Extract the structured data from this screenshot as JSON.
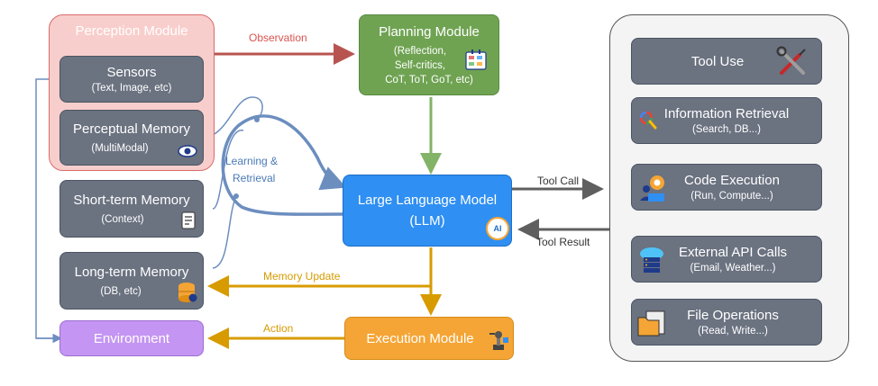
{
  "perception": {
    "title": "Perception Module"
  },
  "sensors": {
    "title": "Sensors",
    "subtitle": "(Text, Image, etc)"
  },
  "perceptual_memory": {
    "title": "Perceptual Memory",
    "subtitle": "(MultiModal)"
  },
  "short_term": {
    "title": "Short-term Memory",
    "subtitle": "(Context)"
  },
  "long_term": {
    "title": "Long-term Memory",
    "subtitle": "(DB, etc)"
  },
  "environment": {
    "title": "Environment"
  },
  "planning": {
    "title": "Planning Module",
    "line1": "(Reflection,",
    "line2": "Self-critics,",
    "line3": "CoT, ToT, GoT, etc)"
  },
  "llm": {
    "title": "Large Language Model",
    "subtitle": "(LLM)",
    "badge": "AI"
  },
  "execution": {
    "title": "Execution Module"
  },
  "tools": [
    {
      "title": "Tool Use",
      "subtitle": ""
    },
    {
      "title": "Information Retrieval",
      "subtitle": "(Search, DB...)"
    },
    {
      "title": "Code Execution",
      "subtitle": "(Run, Compute...)"
    },
    {
      "title": "External API Calls",
      "subtitle": "(Email, Weather...)"
    },
    {
      "title": "File Operations",
      "subtitle": "(Read, Write...)"
    }
  ],
  "edges": {
    "observation": "Observation",
    "learning": "Learning &",
    "retrieval": "Retrieval",
    "tool_call": "Tool Call",
    "tool_result": "Tool Result",
    "memory_update": "Memory Update",
    "action": "Action"
  },
  "colors": {
    "perception_fill": "#f8cecc",
    "perception_border": "#d96b6b",
    "planning": "#6fa352",
    "llm": "#2f8ff2",
    "execution": "#f5a535",
    "environment": "#c495f2",
    "tool_gray": "#6b7280",
    "observation_arrow": "#b85450",
    "memory_arrow": "#d79b00",
    "learning_arrow": "#6c8ebf",
    "tool_arrow": "#5f5f5f"
  }
}
